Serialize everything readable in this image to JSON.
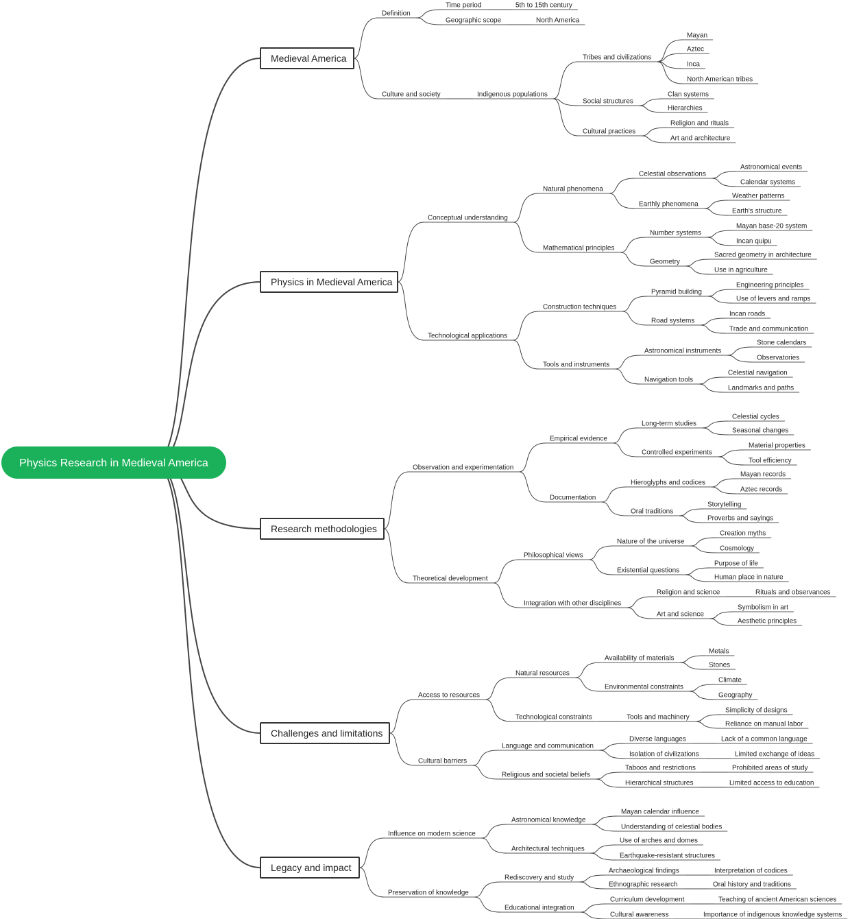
{
  "root": {
    "label": "Physics Research in Medieval America",
    "color": "#1bb15a"
  },
  "branches": [
    {
      "label": "Medieval America",
      "children": [
        {
          "label": "Definition",
          "children": [
            {
              "label": "Time period",
              "children": [
                {
                  "label": "5th to 15th century"
                }
              ]
            },
            {
              "label": "Geographic scope",
              "children": [
                {
                  "label": "North America"
                }
              ]
            }
          ]
        },
        {
          "label": "Culture and society",
          "children": [
            {
              "label": "Indigenous populations",
              "children": [
                {
                  "label": "Tribes and civilizations",
                  "children": [
                    {
                      "label": "Mayan"
                    },
                    {
                      "label": "Aztec"
                    },
                    {
                      "label": "Inca"
                    },
                    {
                      "label": "North American tribes"
                    }
                  ]
                },
                {
                  "label": "Social structures",
                  "children": [
                    {
                      "label": "Clan systems"
                    },
                    {
                      "label": "Hierarchies"
                    }
                  ]
                },
                {
                  "label": "Cultural practices",
                  "children": [
                    {
                      "label": "Religion and rituals"
                    },
                    {
                      "label": "Art and architecture"
                    }
                  ]
                }
              ]
            }
          ]
        }
      ]
    },
    {
      "label": "Physics in Medieval America",
      "children": [
        {
          "label": "Conceptual understanding",
          "children": [
            {
              "label": "Natural phenomena",
              "children": [
                {
                  "label": "Celestial observations",
                  "children": [
                    {
                      "label": "Astronomical events"
                    },
                    {
                      "label": "Calendar systems"
                    }
                  ]
                },
                {
                  "label": "Earthly phenomena",
                  "children": [
                    {
                      "label": "Weather patterns"
                    },
                    {
                      "label": "Earth's structure"
                    }
                  ]
                }
              ]
            },
            {
              "label": "Mathematical principles",
              "children": [
                {
                  "label": "Number systems",
                  "children": [
                    {
                      "label": "Mayan base-20 system"
                    },
                    {
                      "label": "Incan quipu"
                    }
                  ]
                },
                {
                  "label": "Geometry",
                  "children": [
                    {
                      "label": "Sacred geometry in architecture"
                    },
                    {
                      "label": "Use in agriculture"
                    }
                  ]
                }
              ]
            }
          ]
        },
        {
          "label": "Technological applications",
          "children": [
            {
              "label": "Construction techniques",
              "children": [
                {
                  "label": "Pyramid building",
                  "children": [
                    {
                      "label": "Engineering principles"
                    },
                    {
                      "label": "Use of levers and ramps"
                    }
                  ]
                },
                {
                  "label": "Road systems",
                  "children": [
                    {
                      "label": "Incan roads"
                    },
                    {
                      "label": "Trade and communication"
                    }
                  ]
                }
              ]
            },
            {
              "label": "Tools and instruments",
              "children": [
                {
                  "label": "Astronomical instruments",
                  "children": [
                    {
                      "label": "Stone calendars"
                    },
                    {
                      "label": "Observatories"
                    }
                  ]
                },
                {
                  "label": "Navigation tools",
                  "children": [
                    {
                      "label": "Celestial navigation"
                    },
                    {
                      "label": "Landmarks and paths"
                    }
                  ]
                }
              ]
            }
          ]
        }
      ]
    },
    {
      "label": "Research methodologies",
      "children": [
        {
          "label": "Observation and experimentation",
          "children": [
            {
              "label": "Empirical evidence",
              "children": [
                {
                  "label": "Long-term studies",
                  "children": [
                    {
                      "label": "Celestial cycles"
                    },
                    {
                      "label": "Seasonal changes"
                    }
                  ]
                },
                {
                  "label": "Controlled experiments",
                  "children": [
                    {
                      "label": "Material properties"
                    },
                    {
                      "label": "Tool efficiency"
                    }
                  ]
                }
              ]
            },
            {
              "label": "Documentation",
              "children": [
                {
                  "label": "Hieroglyphs and codices",
                  "children": [
                    {
                      "label": "Mayan records"
                    },
                    {
                      "label": "Aztec records"
                    }
                  ]
                },
                {
                  "label": "Oral traditions",
                  "children": [
                    {
                      "label": "Storytelling"
                    },
                    {
                      "label": "Proverbs and sayings"
                    }
                  ]
                }
              ]
            }
          ]
        },
        {
          "label": "Theoretical development",
          "children": [
            {
              "label": "Philosophical views",
              "children": [
                {
                  "label": "Nature of the universe",
                  "children": [
                    {
                      "label": "Creation myths"
                    },
                    {
                      "label": "Cosmology"
                    }
                  ]
                },
                {
                  "label": "Existential questions",
                  "children": [
                    {
                      "label": "Purpose of life"
                    },
                    {
                      "label": "Human place in nature"
                    }
                  ]
                }
              ]
            },
            {
              "label": "Integration with other disciplines",
              "children": [
                {
                  "label": "Religion and science",
                  "children": [
                    {
                      "label": "Rituals and observances"
                    }
                  ]
                },
                {
                  "label": "Art and science",
                  "children": [
                    {
                      "label": "Symbolism in art"
                    },
                    {
                      "label": "Aesthetic principles"
                    }
                  ]
                }
              ]
            }
          ]
        }
      ]
    },
    {
      "label": "Challenges and limitations",
      "children": [
        {
          "label": "Access to resources",
          "children": [
            {
              "label": "Natural resources",
              "children": [
                {
                  "label": "Availability of materials",
                  "children": [
                    {
                      "label": "Metals"
                    },
                    {
                      "label": "Stones"
                    }
                  ]
                },
                {
                  "label": "Environmental constraints",
                  "children": [
                    {
                      "label": "Climate"
                    },
                    {
                      "label": "Geography"
                    }
                  ]
                }
              ]
            },
            {
              "label": "Technological constraints",
              "children": [
                {
                  "label": "Tools and machinery",
                  "children": [
                    {
                      "label": "Simplicity of designs"
                    },
                    {
                      "label": "Reliance on manual labor"
                    }
                  ]
                }
              ]
            }
          ]
        },
        {
          "label": "Cultural barriers",
          "children": [
            {
              "label": "Language and communication",
              "children": [
                {
                  "label": "Diverse languages",
                  "children": [
                    {
                      "label": "Lack of a common language"
                    }
                  ]
                },
                {
                  "label": "Isolation of civilizations",
                  "children": [
                    {
                      "label": "Limited exchange of ideas"
                    }
                  ]
                }
              ]
            },
            {
              "label": "Religious and societal beliefs",
              "children": [
                {
                  "label": "Taboos and restrictions",
                  "children": [
                    {
                      "label": "Prohibited areas of study"
                    }
                  ]
                },
                {
                  "label": "Hierarchical structures",
                  "children": [
                    {
                      "label": "Limited access to education"
                    }
                  ]
                }
              ]
            }
          ]
        }
      ]
    },
    {
      "label": "Legacy and impact",
      "children": [
        {
          "label": "Influence on modern science",
          "children": [
            {
              "label": "Astronomical knowledge",
              "children": [
                {
                  "label": "Mayan calendar influence"
                },
                {
                  "label": "Understanding of celestial bodies"
                }
              ]
            },
            {
              "label": "Architectural techniques",
              "children": [
                {
                  "label": "Use of arches and domes"
                },
                {
                  "label": "Earthquake-resistant structures"
                }
              ]
            }
          ]
        },
        {
          "label": "Preservation of knowledge",
          "children": [
            {
              "label": "Rediscovery and study",
              "children": [
                {
                  "label": "Archaeological findings",
                  "children": [
                    {
                      "label": "Interpretation of codices"
                    }
                  ]
                },
                {
                  "label": "Ethnographic research",
                  "children": [
                    {
                      "label": "Oral history and traditions"
                    }
                  ]
                }
              ]
            },
            {
              "label": "Educational integration",
              "children": [
                {
                  "label": "Curriculum development",
                  "children": [
                    {
                      "label": "Teaching of ancient American sciences"
                    }
                  ]
                },
                {
                  "label": "Cultural awareness",
                  "children": [
                    {
                      "label": "Importance of indigenous knowledge systems"
                    }
                  ]
                }
              ]
            }
          ]
        }
      ]
    }
  ]
}
